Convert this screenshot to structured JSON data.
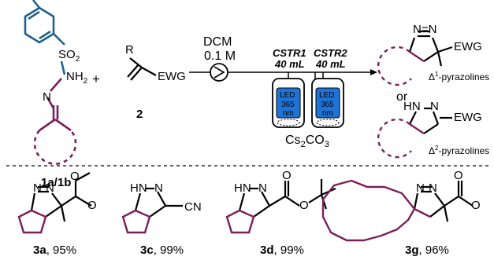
{
  "scheme": {
    "reagent_1": {
      "sulfonyl": "SO",
      "sulfonyl_sub": "2",
      "amine": "NH",
      "amine_sub": "2",
      "label": "1a/1b"
    },
    "plus_1": "+",
    "reagent_2": {
      "substituent": "R",
      "group": "EWG",
      "label": "2"
    },
    "solvent": "DCM",
    "concentration": "0.1 M",
    "reactors": [
      {
        "name": "CSTR1",
        "volume": "40 mL",
        "led_line1": "LED",
        "led_line2": "365",
        "led_line3": "nm"
      },
      {
        "name": "CSTR2",
        "volume": "40 mL",
        "led_line1": "LED",
        "led_line2": "365",
        "led_line3": "nm"
      }
    ],
    "base": "Cs",
    "base_sub1": "2",
    "base_mid": "CO",
    "base_sub2": "3",
    "products": {
      "p1_atoms": "N=N",
      "p1_group": "EWG",
      "p1_delta": "Δ",
      "p1_sup": "1",
      "p1_name": "-pyrazolines",
      "or": "or",
      "p2_nh": "HN",
      "p2_n": "N",
      "p2_group": "EWG",
      "p2_delta": "Δ",
      "p2_sup": "2",
      "p2_name": "-pyrazolines"
    }
  },
  "examples": [
    {
      "label": "3a",
      "yield": ", 95%",
      "n1": "N",
      "n2": "N"
    },
    {
      "label": "3c",
      "yield": ", 99%",
      "nh": "HN",
      "n": "N",
      "cn": "CN"
    },
    {
      "label": "3d",
      "yield": ", 99%",
      "nh": "HN",
      "n": "N"
    },
    {
      "label": "3g",
      "yield": ", 96%",
      "n1": "N",
      "n2": "N"
    }
  ],
  "colors": {
    "reagent_blue": "#1f5f8b",
    "ring_purple": "#7b1f5a",
    "led_blue": "#1e73d6",
    "black": "#000000"
  }
}
